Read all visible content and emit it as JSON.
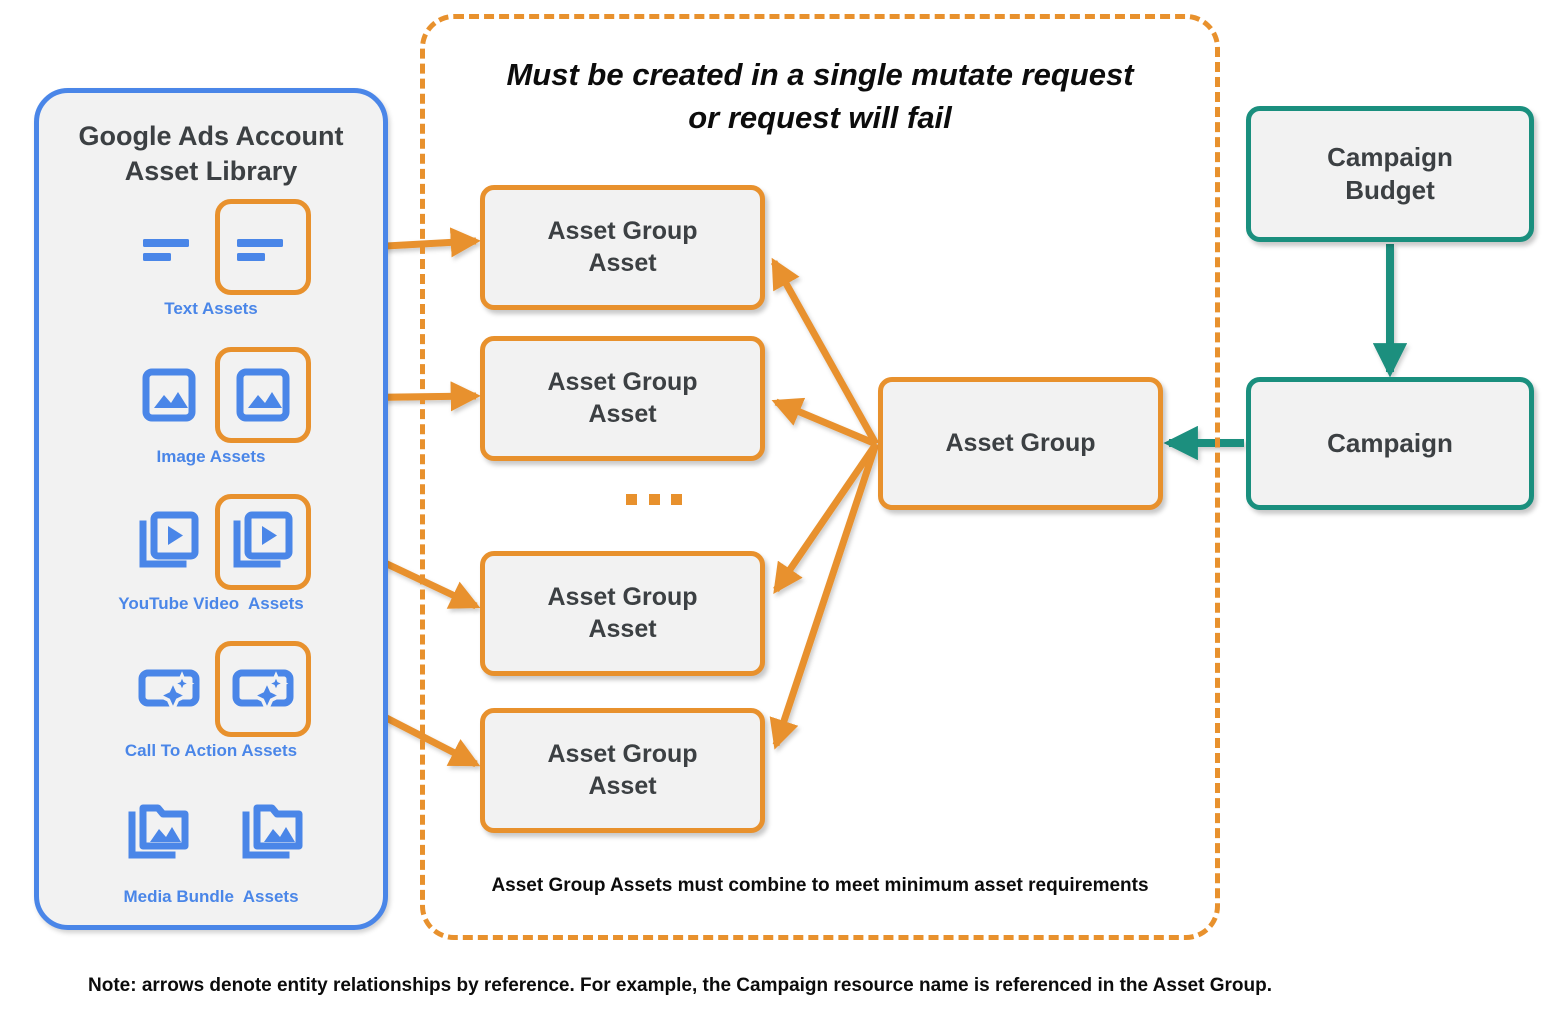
{
  "sidebar": {
    "title": "Google Ads Account\nAsset Library",
    "items": [
      {
        "label": "Text Assets",
        "icon": "text-asset-icon"
      },
      {
        "label": "Image Assets",
        "icon": "image-asset-icon"
      },
      {
        "label": "YouTube Video  Assets",
        "icon": "youtube-video-asset-icon"
      },
      {
        "label": "Call To Action Assets",
        "icon": "call-to-action-asset-icon"
      },
      {
        "label": "Media Bundle  Assets",
        "icon": "media-bundle-asset-icon"
      }
    ]
  },
  "mutate_container": {
    "title": "Must be created in a single mutate request\nor request will fail",
    "footnote": "Asset Group Assets must combine to meet minimum asset requirements",
    "ellipsis": "..."
  },
  "nodes": {
    "asset_group_assets": [
      "Asset Group\nAsset",
      "Asset Group\nAsset",
      "Asset Group\nAsset",
      "Asset Group\nAsset"
    ],
    "asset_group": "Asset Group",
    "campaign_budget": "Campaign\nBudget",
    "campaign": "Campaign"
  },
  "note": "Note: arrows denote entity relationships by reference. For example, the Campaign resource name is referenced in the Asset Group.",
  "colors": {
    "orange": "#e8912d",
    "blue": "#4a86e8",
    "teal": "#1a8f7e",
    "box_fill": "#f2f2f2",
    "text_dark": "#3c4043",
    "page_background": "#ffffff"
  }
}
